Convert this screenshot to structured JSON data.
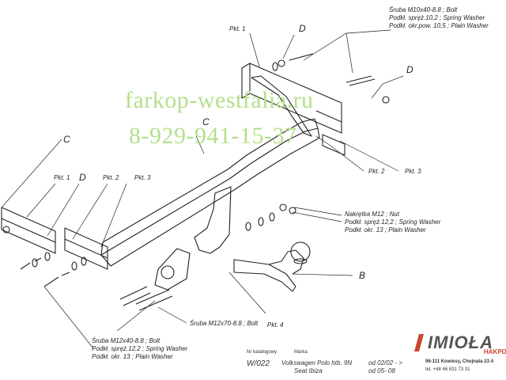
{
  "watermark": {
    "site": "farkop-westfalia.ru",
    "phone": "8-929-941-15-37"
  },
  "callouts": {
    "bolt_top": [
      "Śruba M10x40-8.8 ;  Bolt",
      "Podkł. spręż.10,2 ; Spring Washer",
      "Podkł. okr.pow.  10,5 ; Plain Washer"
    ],
    "nut_right": [
      "Nakrętka  M12 ; Nut",
      "Podkł. spręż.12,2 ; Spring Washer",
      "Podkł. okr. 13 ; Plain Washer"
    ],
    "bolt_left": [
      "Śruba M12x40-8.8 ;  Bolt",
      "Podkł. spręż.12,2 ; Spring Washer",
      "Podkł. okr. 13 ; Plain Washer"
    ],
    "bolt_mid": "Śruba M12x70-8.8 ;  Bolt",
    "pkt1_top": "Pkt. 1",
    "pkt2": "Pkt. 2",
    "pkt3_right": "Pkt. 3",
    "pkt1_left": "Pkt. 1",
    "pkt2_left": "Pkt. 2",
    "pkt3_left": "Pkt. 3",
    "pkt4": "Pkt. 4",
    "letter_d_top": "D",
    "letter_d_right": "D",
    "letter_c_mid": "C",
    "letter_c_left": "C",
    "letter_d_left": "D",
    "letter_b": "B"
  },
  "title_block": {
    "catalog_header": "Nr katalogowy",
    "brand_header": "Marka",
    "catalog_no": "W/022",
    "model1": "Volkswagen Polo htb. 9N",
    "model2": "Seat Ibiza",
    "years1": "od  02/02 - >",
    "years2": "od  05- 08"
  },
  "company": {
    "name": "IMIOŁA",
    "suffix": "HAKPOL",
    "address": "96-111 Kowiesy, Chojnata 23 A",
    "tel": "tel. +48 46 831 73 31"
  }
}
